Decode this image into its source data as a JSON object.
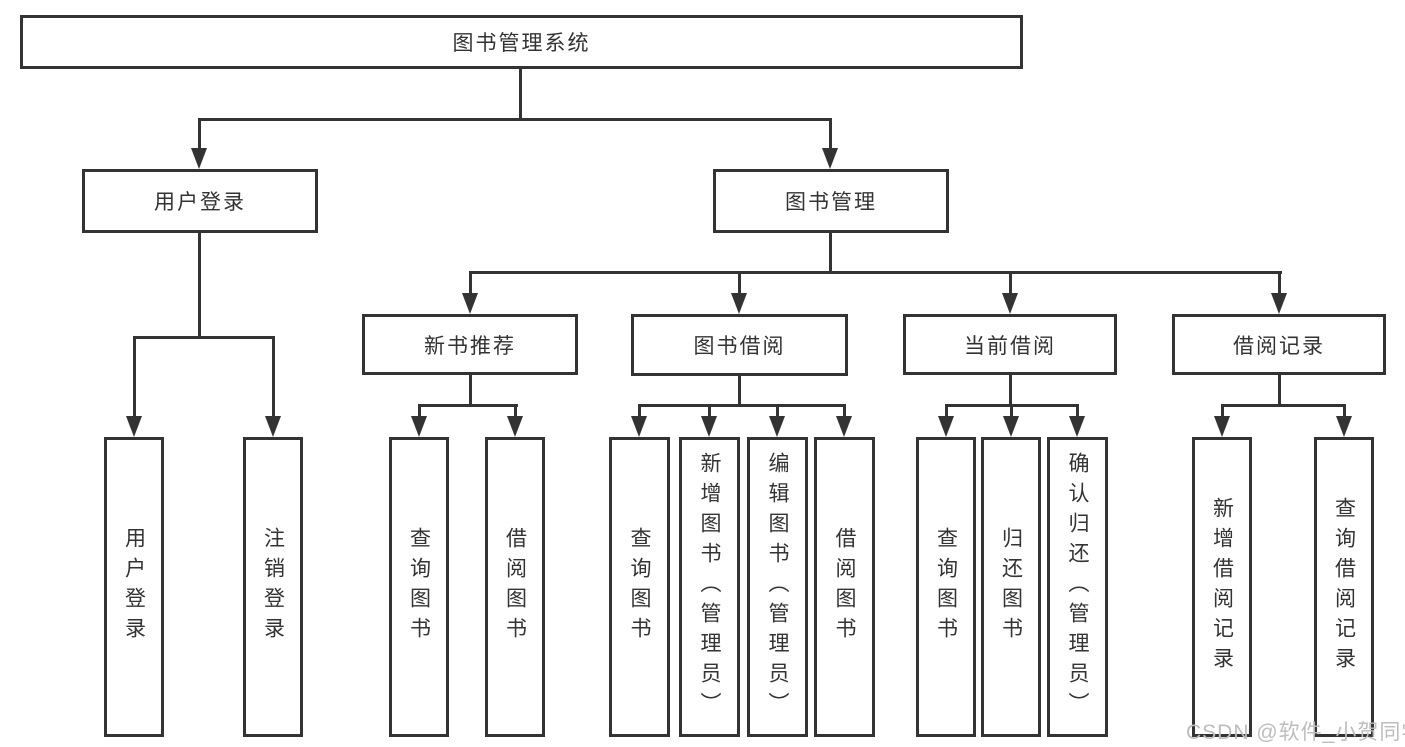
{
  "diagram_type": "hierarchy-tree",
  "root": {
    "label": "图书管理系统"
  },
  "level1": {
    "user_login": {
      "label": "用户登录"
    },
    "book_mgmt": {
      "label": "图书管理"
    }
  },
  "user_login_leaves": [
    "用户登录",
    "注销登录"
  ],
  "groups": [
    {
      "label": "新书推荐",
      "leaves": [
        "查询图书",
        "借阅图书"
      ]
    },
    {
      "label": "图书借阅",
      "leaves": [
        "查询图书",
        "新增图书（管理员）",
        "编辑图书（管理员）",
        "借阅图书"
      ]
    },
    {
      "label": "当前借阅",
      "leaves": [
        "查询图书",
        "归还图书",
        "确认归还（管理员）"
      ]
    },
    {
      "label": "借阅记录",
      "leaves": [
        "新增借阅记录",
        "查询借阅记录"
      ]
    }
  ],
  "watermark": {
    "text": "CSDN @软件_小贺同学"
  },
  "colors": {
    "line": "#333333",
    "box_border": "#333333",
    "box_fill": "#ffffff",
    "text": "#333333",
    "watermark": "#bdbdbd",
    "background": "#ffffff"
  }
}
